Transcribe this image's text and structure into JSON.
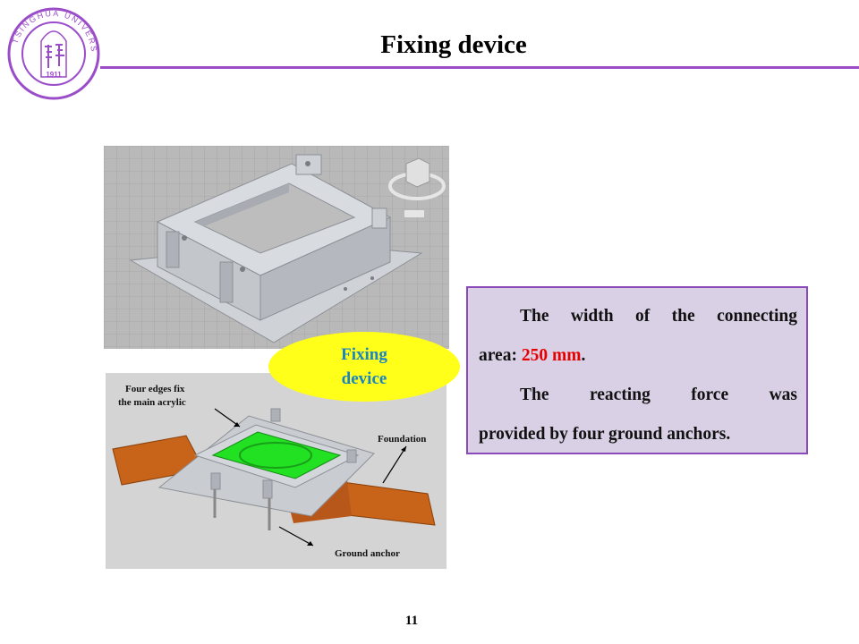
{
  "slide": {
    "title": "Fixing device",
    "page_number": "11"
  },
  "logo": {
    "text_outer": "TSINGHUA UNIVERSITY",
    "year": "1911"
  },
  "callout": {
    "line1": "Fixing",
    "line2": "device"
  },
  "textbox": {
    "p1_words": [
      "The",
      "width",
      "of",
      "the",
      "connecting"
    ],
    "p1_rest_prefix": "area: ",
    "p1_value": "250 mm",
    "p1_rest_suffix": ".",
    "p2_words": [
      "The",
      "reacting",
      "force",
      "was"
    ],
    "p2_rest": "provided by four ground anchors."
  },
  "annotations": {
    "edges_line1": "Four edges fix",
    "edges_line2": "the main acrylic",
    "foundation": "Foundation",
    "ground_anchor": "Ground anchor"
  },
  "colors": {
    "accent_purple": "#9b4dc9",
    "callout_fill": "#ffff1a",
    "callout_text": "#1a84c4",
    "highlight_red": "#e60000",
    "foundation_orange": "#c8641a",
    "acrylic_green": "#22e022"
  }
}
